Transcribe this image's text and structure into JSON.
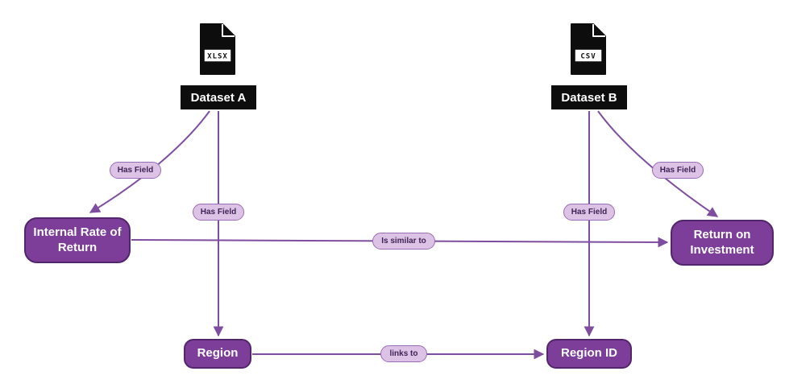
{
  "diagram": {
    "dataset_a": {
      "label": "Dataset A",
      "file_type": "XLSX"
    },
    "dataset_b": {
      "label": "Dataset B",
      "file_type": "CSV"
    },
    "nodes": {
      "irr": "Internal Rate of Return",
      "roi": "Return on Investment",
      "region": "Region",
      "region_id": "Region ID"
    },
    "edges": {
      "has_field_a_irr": "Has Field",
      "has_field_a_region": "Has Field",
      "has_field_b_region_id": "Has Field",
      "has_field_b_roi": "Has Field",
      "is_similar_to": "Is similar to",
      "links_to": "links to"
    },
    "colors": {
      "node_fill": "#7C3E98",
      "node_border": "#53256B",
      "pill_fill": "#DCC3E6",
      "pill_border": "#9C6BB5",
      "edge": "#7E4DA0",
      "file_icon": "#0d0d0d"
    }
  }
}
